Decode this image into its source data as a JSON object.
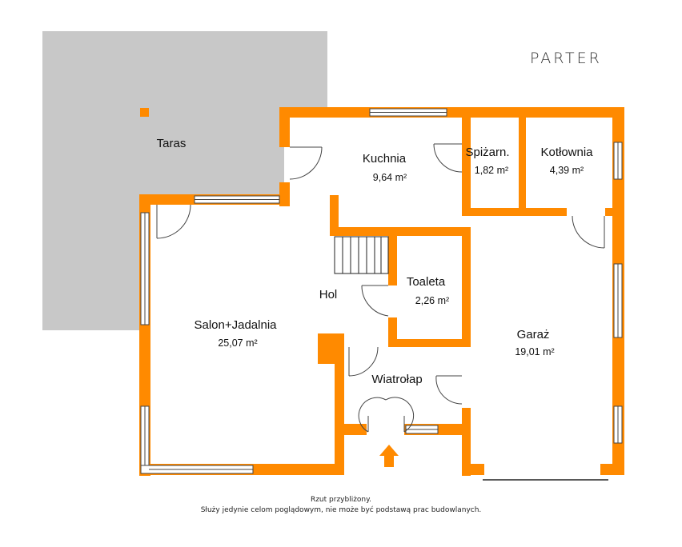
{
  "title": "PARTER",
  "rooms": [
    {
      "id": "taras",
      "name": "Taras",
      "area": ""
    },
    {
      "id": "kuchnia",
      "name": "Kuchnia",
      "area": "9,64 m²"
    },
    {
      "id": "spizarnia",
      "name": "Spiżarn.",
      "area": "1,82 m²"
    },
    {
      "id": "kotlownia",
      "name": "Kotłownia",
      "area": "4,39 m²"
    },
    {
      "id": "hol",
      "name": "Hol",
      "area": ""
    },
    {
      "id": "toaleta",
      "name": "Toaleta",
      "area": "2,26 m²"
    },
    {
      "id": "salon",
      "name": "Salon+Jadalnia",
      "area": "25,07 m²"
    },
    {
      "id": "garaz",
      "name": "Garaż",
      "area": "19,01 m²"
    },
    {
      "id": "wiatrolap",
      "name": "Wiatrołap",
      "area": ""
    }
  ],
  "footer": {
    "line1": "Rzut przybliżony.",
    "line2": "Służy jedynie celom poglądowym, nie może być podstawą prac budowlanych."
  },
  "colors": {
    "wall": "#ff8a00",
    "terrace": "#c8c8c8",
    "window": "#ffffff",
    "line": "#444444"
  }
}
